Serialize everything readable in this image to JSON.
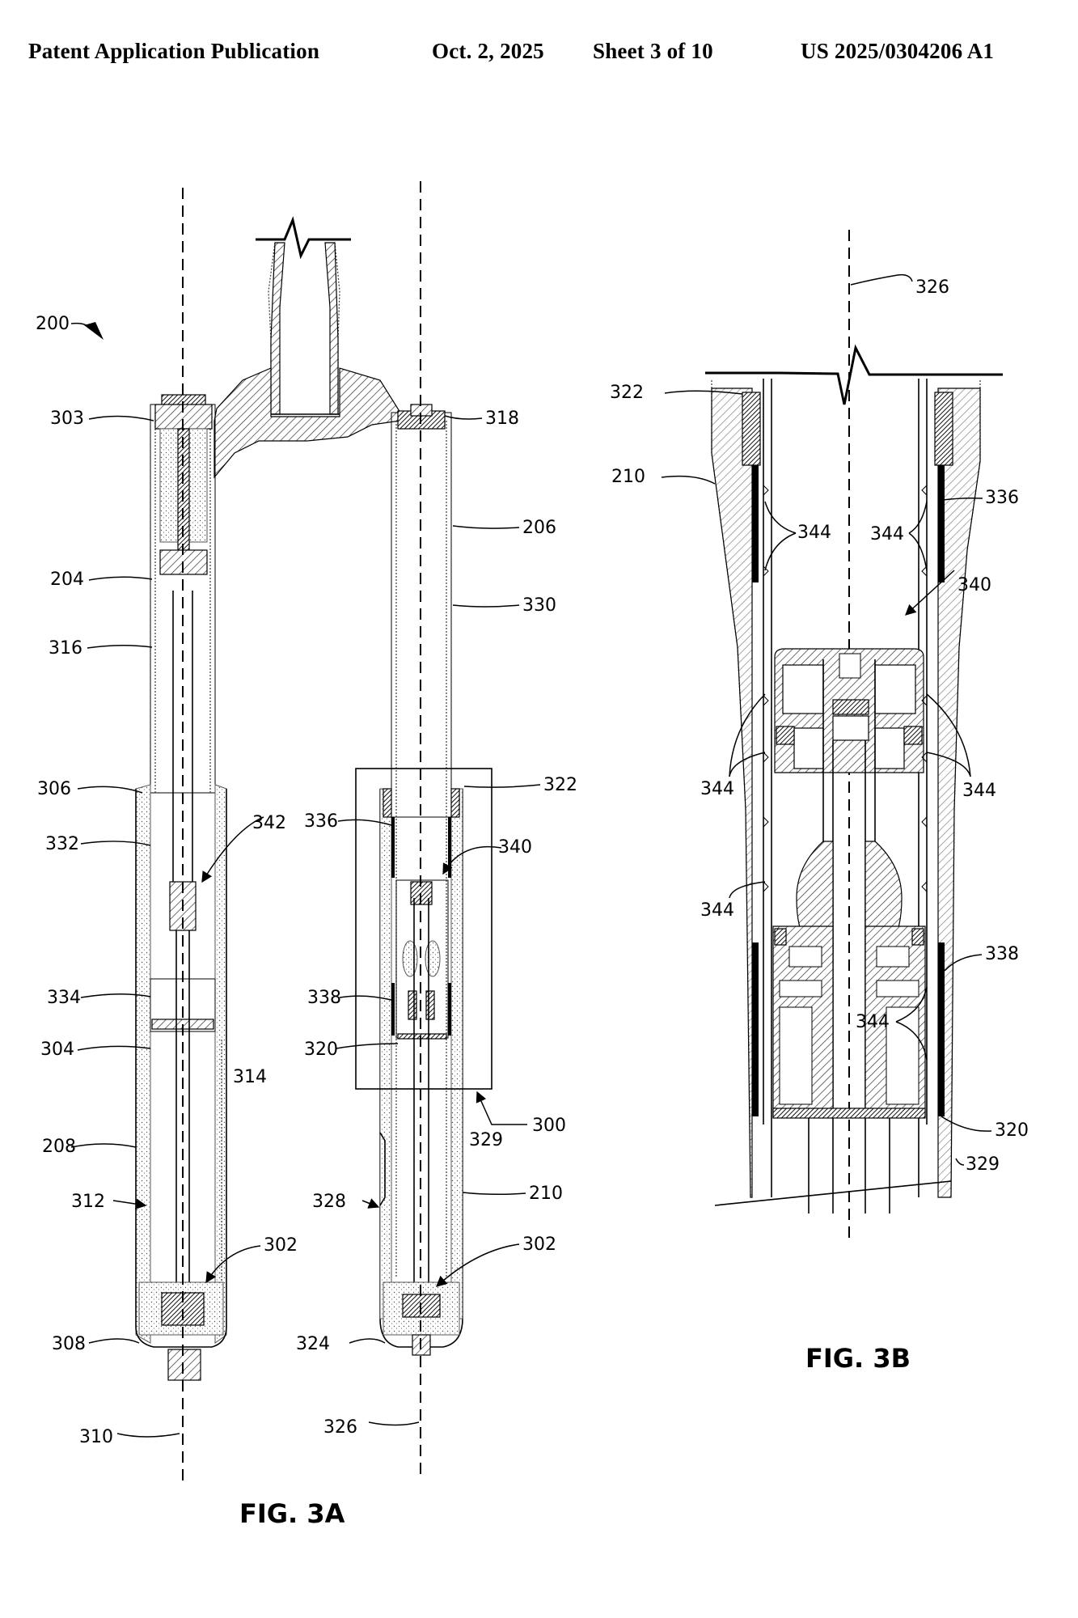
{
  "header": {
    "left": "Patent Application Publication",
    "date": "Oct. 2, 2025",
    "sheet": "Sheet 3 of 10",
    "number": "US 2025/0304206 A1"
  },
  "figures": {
    "fig3a_caption": "FIG. 3A",
    "fig3b_caption": "FIG. 3B"
  },
  "fig3a_labels": {
    "l200": "200",
    "l303": "303",
    "l204": "204",
    "l316": "316",
    "l306": "306",
    "l332": "332",
    "l342": "342",
    "l334": "334",
    "l304": "304",
    "l314": "314",
    "l208": "208",
    "l312": "312",
    "l302a": "302",
    "l308": "308",
    "l310": "310",
    "l318": "318",
    "l206": "206",
    "l330": "330",
    "l322": "322",
    "l336": "336",
    "l340": "340",
    "l338": "338",
    "l320": "320",
    "l300": "300",
    "l329": "329",
    "l328": "328",
    "l210": "210",
    "l302b": "302",
    "l324": "324",
    "l326": "326"
  },
  "fig3b_labels": {
    "l326": "326",
    "l322": "322",
    "l210": "210",
    "l344a": "344",
    "l344b": "344",
    "l336": "336",
    "l340": "340",
    "l344c": "344",
    "l344d": "344",
    "l344e": "344",
    "l338": "338",
    "l344f": "344",
    "l320": "320",
    "l329": "329"
  }
}
